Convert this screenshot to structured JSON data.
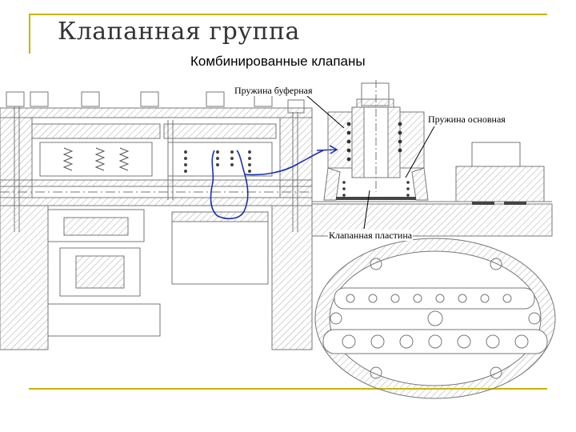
{
  "slide": {
    "title": "Клапанная группа",
    "subtitle": "Комбинированные клапаны"
  },
  "labels": {
    "buffer_spring": "Пружина буферная",
    "main_spring": "Пружина основная",
    "valve_plate": "Клапанная пластина"
  },
  "colors": {
    "accent": "#c8b400",
    "drawing_line": "#777777",
    "hatch": "#b5b5b5",
    "annotation_pen": "#1c2fae"
  }
}
